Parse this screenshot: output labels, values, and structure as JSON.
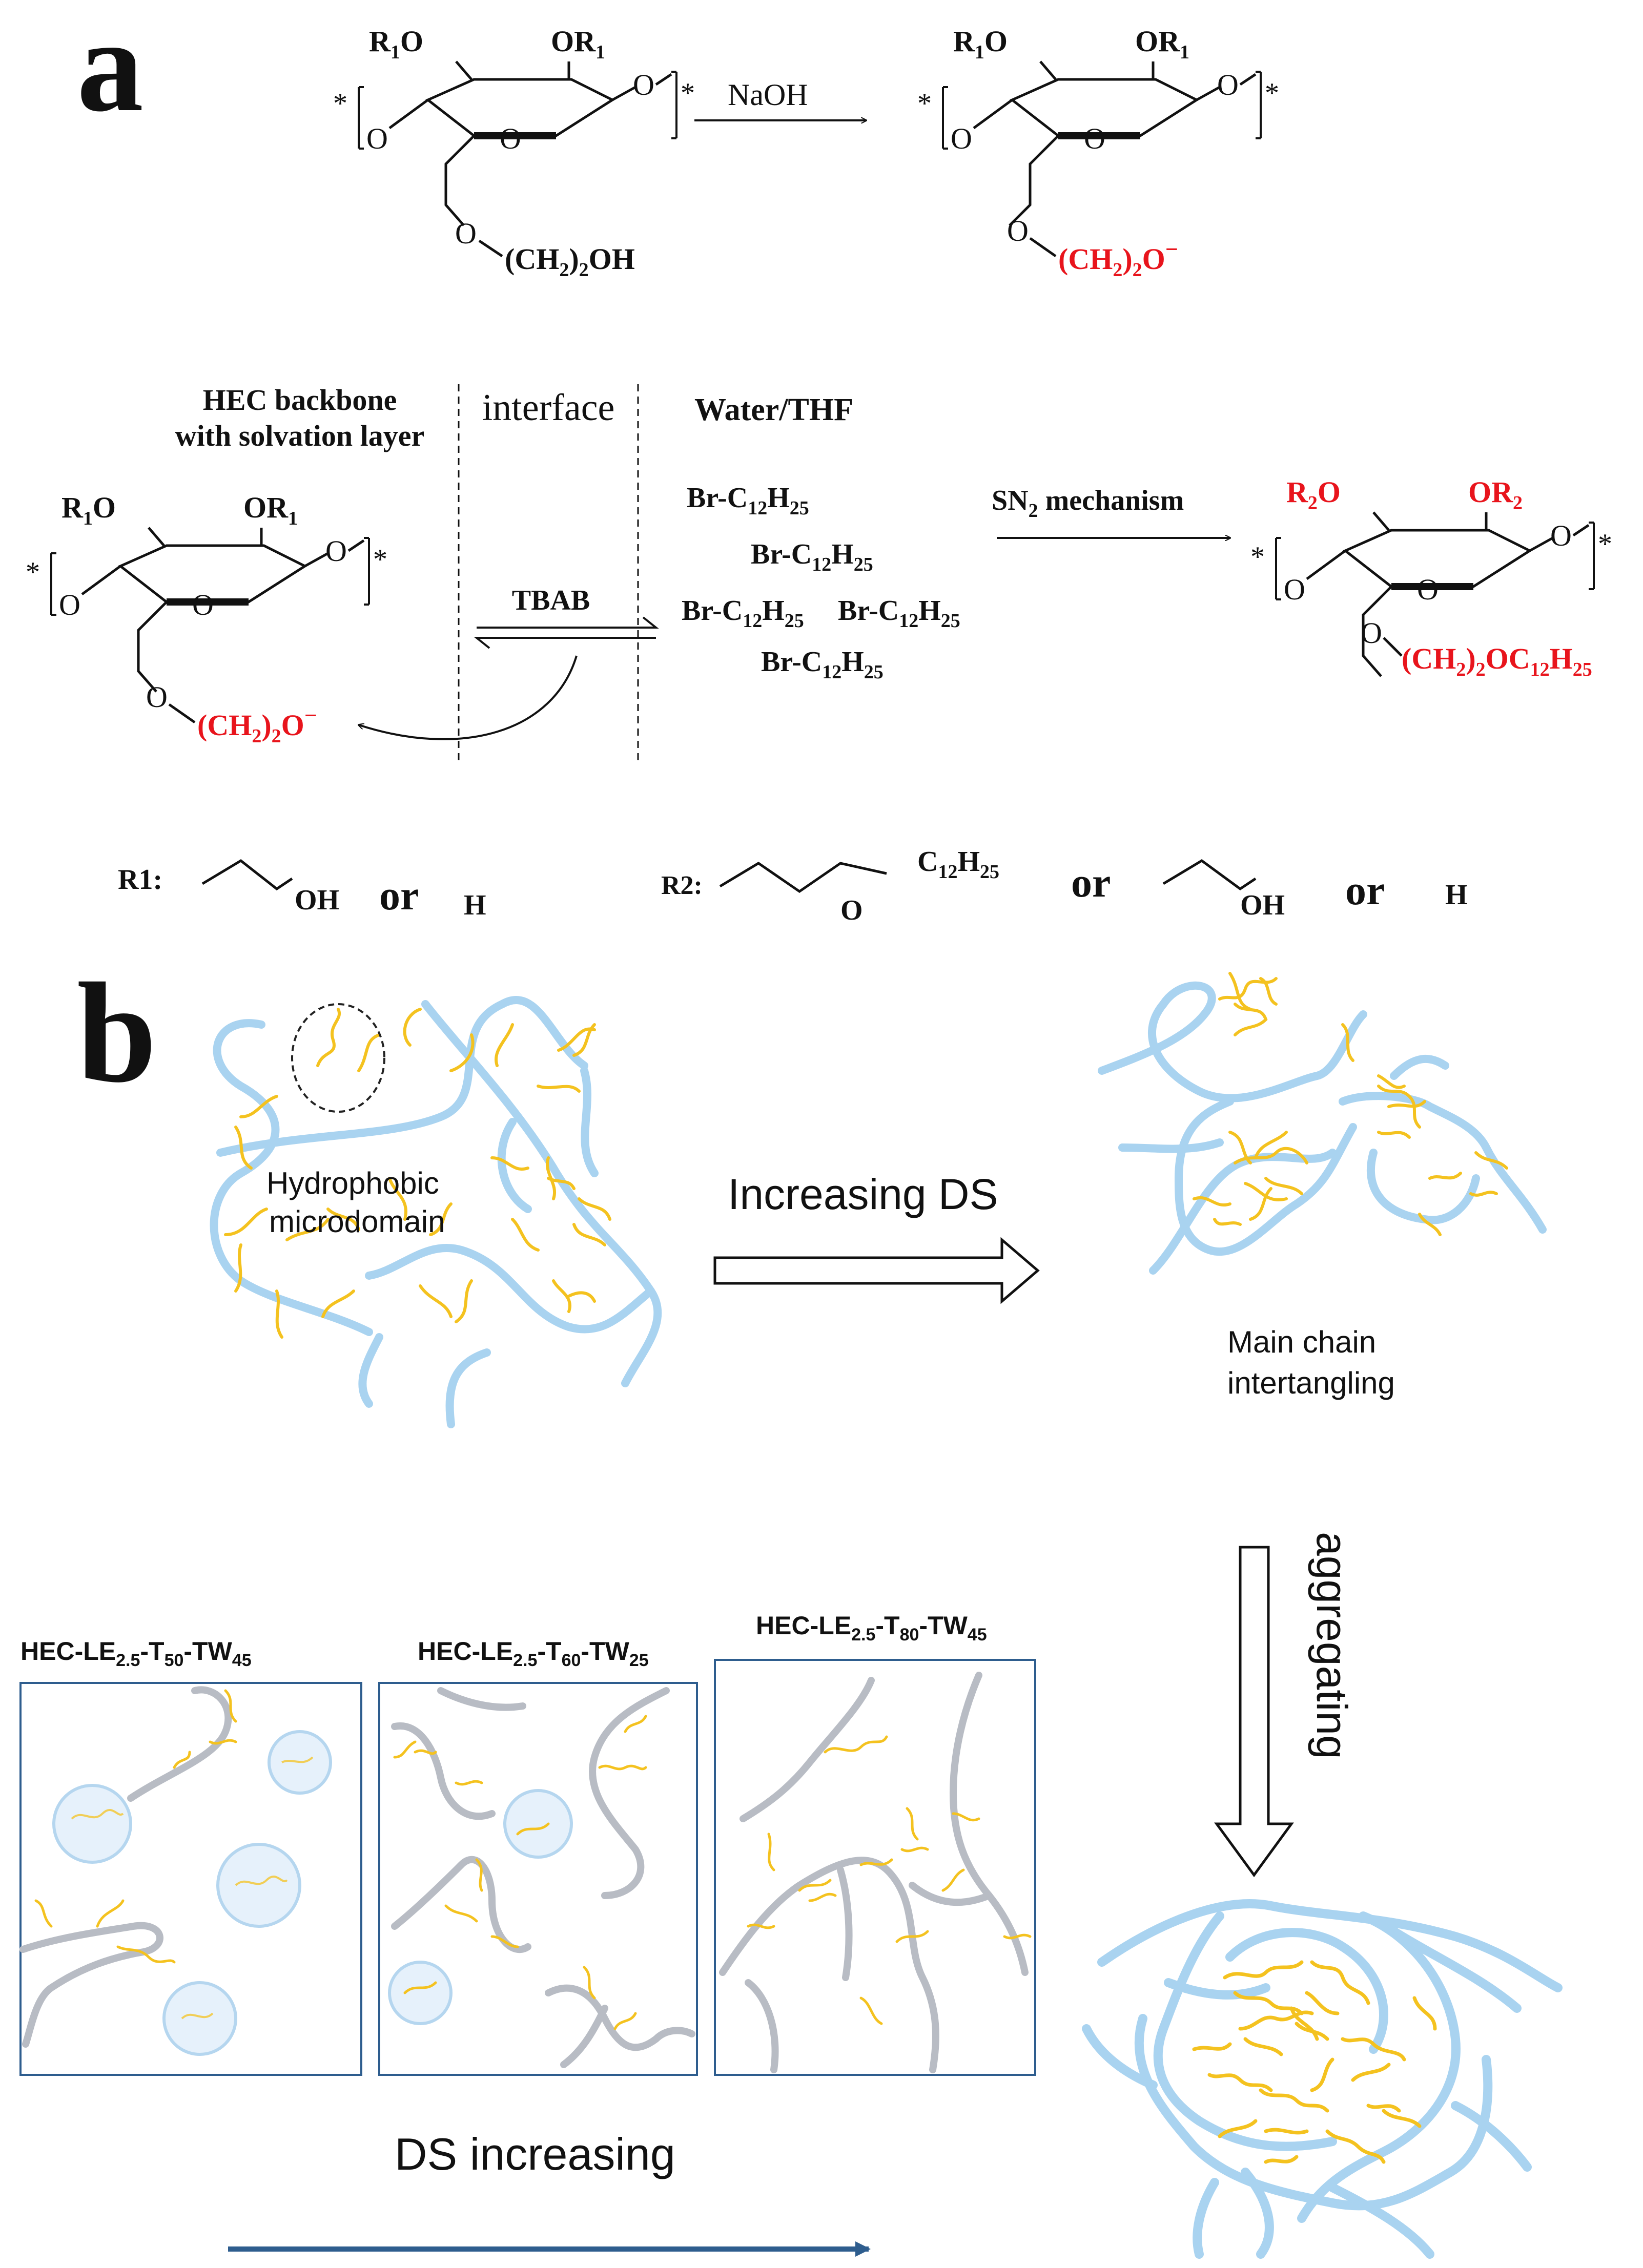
{
  "panel_a": {
    "label": "a",
    "step1": {
      "reagent": "NaOH",
      "reactant": {
        "r_left": "R",
        "r_left_sub": "1",
        "r_left_o": "O",
        "r_right_o": "O",
        "r_right": "R",
        "r_right_sub": "1",
        "side_chain": "(CH",
        "side_sub": "2",
        "side_end": ")",
        "side_sub2": "2",
        "side_tail": "OH"
      },
      "product": {
        "side_chain": "(CH",
        "side_sub": "2",
        "side_end": ")",
        "side_sub2": "2",
        "side_tail": "O",
        "charge": "−"
      }
    },
    "phase_labels": {
      "hec_line1": "HEC backbone",
      "hec_line2": "with solvation layer",
      "interface": "interface",
      "solvent": "Water/THF"
    },
    "catalyst": "TBAB",
    "bromide": {
      "prefix": "Br-C",
      "sub1": "12",
      "mid": "H",
      "sub2": "25"
    },
    "mechanism": {
      "text": "SN",
      "sub": "2",
      "tail": " mechanism"
    },
    "final_product": {
      "r": "R",
      "r_sub": "2",
      "o": "O",
      "side_chain": "(CH",
      "side_sub": "2",
      "side_end": ")",
      "side_sub2": "2",
      "side_tail": "OC",
      "tail_sub1": "12",
      "tail_h": "H",
      "tail_sub2": "25"
    },
    "r_groups": {
      "r1_label": "R1:",
      "r1_oh": "OH",
      "or": "or",
      "h": "H",
      "r2_label": "R2:",
      "r2_chain": "C",
      "r2_sub1": "12",
      "r2_h": "H",
      "r2_sub2": "25",
      "r2_o": "O"
    }
  },
  "panel_b": {
    "label": "b",
    "hydrophobic_line1": "Hydrophobic",
    "hydrophobic_line2": "microdomain",
    "increasing_ds": "Increasing DS",
    "entangle_line1": "Main chain",
    "entangle_line2": "intertangling",
    "aggregating": "aggregating",
    "ds_increasing": "DS increasing",
    "samples": [
      {
        "name": "HEC-LE",
        "s1": "2.5",
        "mid1": "-T",
        "s2": "50",
        "mid2": "-TW",
        "s3": "45"
      },
      {
        "name": "HEC-LE",
        "s1": "2.5",
        "mid1": "-T",
        "s2": "60",
        "mid2": "-TW",
        "s3": "25"
      },
      {
        "name": "HEC-LE",
        "s1": "2.5",
        "mid1": "-T",
        "s2": "80",
        "mid2": "-TW",
        "s3": "45"
      }
    ],
    "colors": {
      "backbone": "#a9d3f0",
      "hydrophobe": "#f4c21f",
      "arrow": "#2e5d8e"
    }
  }
}
